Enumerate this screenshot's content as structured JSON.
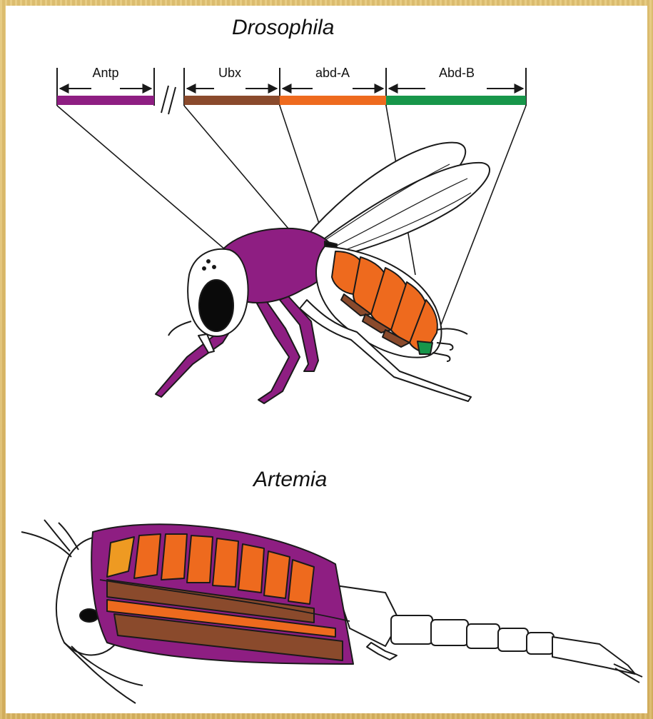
{
  "titles": {
    "top": "Drosophila",
    "bottom": "Artemia"
  },
  "genes": [
    {
      "label": "Antp",
      "color": "#8e1e82"
    },
    {
      "label": "Ubx",
      "color": "#8a4a2c"
    },
    {
      "label": "abd-A",
      "color": "#ee6a1e"
    },
    {
      "label": "Abd-B",
      "color": "#17964a"
    }
  ],
  "colors": {
    "frame": "#d9b96a",
    "outline": "#1a1a1a",
    "eye": "#0a0a0a",
    "light_orange": "#ee9a22"
  }
}
